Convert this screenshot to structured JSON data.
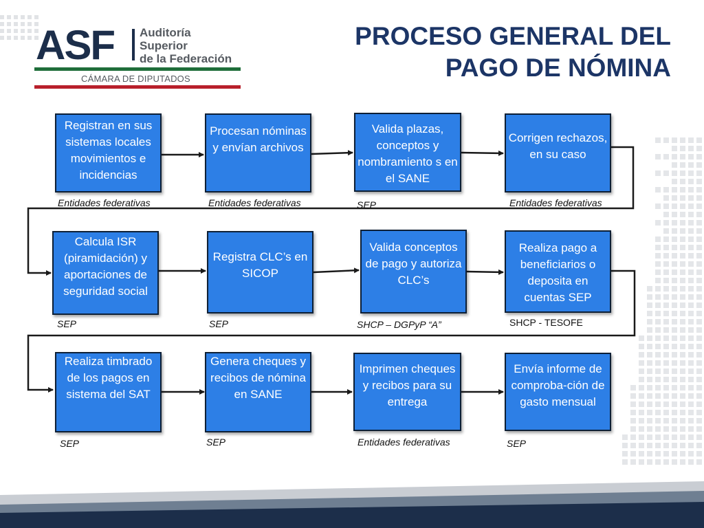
{
  "header": {
    "logo": {
      "acronym": "ASF",
      "name_lines": [
        "Auditoría",
        "Superior",
        "de la Federación"
      ],
      "chamber": "CÁMARA DE DIPUTADOS"
    },
    "title_lines": [
      "PROCESO GENERAL DEL",
      "PAGO DE NÓMINA"
    ]
  },
  "steps": [
    {
      "text": "Registran en sus sistemas locales movimientos e incidencias",
      "actor": "Entidades federativas"
    },
    {
      "text": "Procesan nóminas y envían archivos",
      "actor": "Entidades federativas"
    },
    {
      "text": "Valida plazas, conceptos y nombramiento s en el SANE",
      "actor": "SEP"
    },
    {
      "text": "Corrigen rechazos, en su caso",
      "actor": "Entidades federativas"
    },
    {
      "text": "Calcula ISR (piramidación) y aportaciones de seguridad social",
      "actor": "SEP"
    },
    {
      "text": "Registra CLC’s en SICOP",
      "actor": "SEP"
    },
    {
      "text": "Valida conceptos de pago y autoriza CLC’s",
      "actor": "SHCP – DGPyP “A”"
    },
    {
      "text": "Realiza pago a beneficiarios o deposita en cuentas SEP",
      "actor": "SHCP - TESOFE"
    },
    {
      "text": "Realiza timbrado de los pagos en sistema del SAT",
      "actor": "SEP"
    },
    {
      "text": "Genera cheques y recibos de nómina en SANE",
      "actor": "SEP"
    },
    {
      "text": "Imprimen cheques y recibos para su entrega",
      "actor": "Entidades federativas"
    },
    {
      "text": "Envía informe de comproba-ción de gasto mensual",
      "actor": "SEP"
    }
  ],
  "colors": {
    "box_fill": "#2d7fe6",
    "box_border": "#0d1f35",
    "title": "#1c3566",
    "logo_navy": "#1c2e4a",
    "logo_green": "#1f6e3a",
    "logo_red": "#b8202b",
    "footer_navy": "#1c2e4a"
  }
}
